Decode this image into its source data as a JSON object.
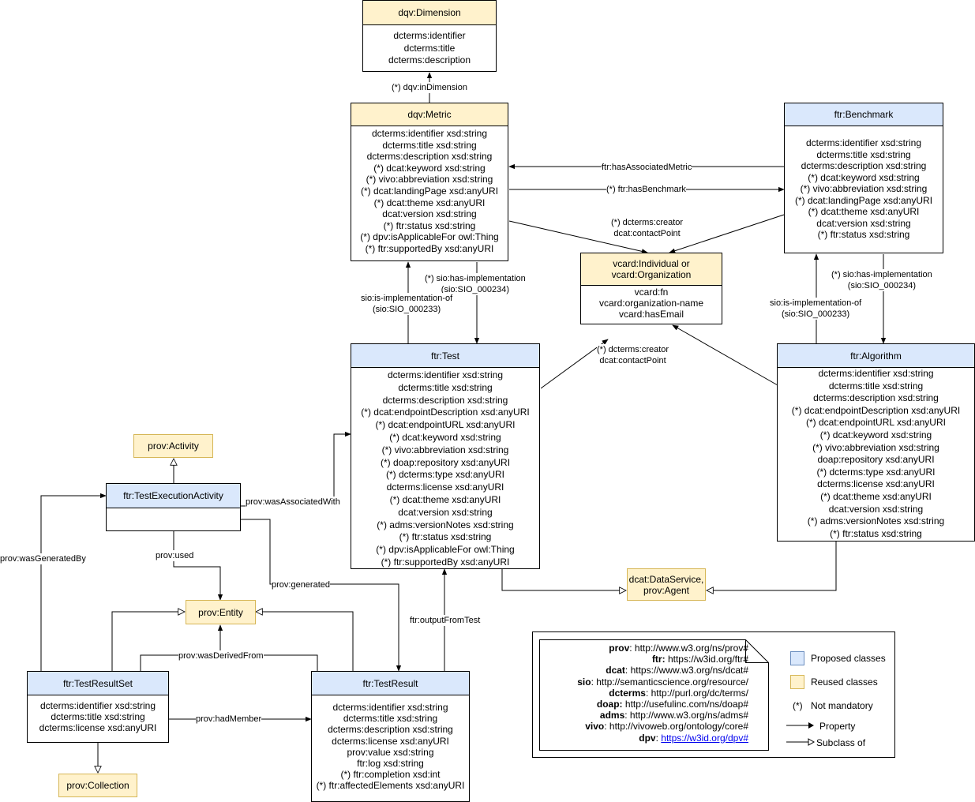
{
  "classes": {
    "dimension": {
      "title": "dqv:Dimension",
      "attrs": [
        "dcterms:identifier",
        "dcterms:title",
        "dcterms:description"
      ]
    },
    "metric": {
      "title": "dqv:Metric",
      "attrs": [
        "dcterms:identifier   xsd:string",
        "dcterms:title   xsd:string",
        "dcterms:description   xsd:string",
        "(*) dcat:keyword   xsd:string",
        "(*) vivo:abbreviation   xsd:string",
        "(*) dcat:landingPage   xsd:anyURI",
        "(*) dcat:theme   xsd:anyURI",
        "dcat:version   xsd:string",
        "(*) ftr:status   xsd:string",
        "(*) dpv:isApplicableFor owl:Thing",
        "(*) ftr:supportedBy xsd:anyURI"
      ]
    },
    "benchmark": {
      "title": "ftr:Benchmark",
      "attrs": [
        "dcterms:identifier   xsd:string",
        "dcterms:title   xsd:string",
        "dcterms:description   xsd:string",
        "(*) dcat:keyword   xsd:string",
        "(*) vivo:abbreviation   xsd:string",
        "(*) dcat:landingPage   xsd:anyURI",
        "(*) dcat:theme   xsd:anyURI",
        "dcat:version   xsd:string",
        "(*) ftr:status   xsd:string"
      ]
    },
    "vcard": {
      "title_line1": "vcard:Individual or",
      "title_line2": "vcard:Organization",
      "attrs": [
        "vcard:fn",
        "vcard:organization-name",
        "vcard:hasEmail"
      ]
    },
    "test": {
      "title": "ftr:Test",
      "attrs": [
        "dcterms:identifier   xsd:string",
        "dcterms:title   xsd:string",
        "dcterms:description   xsd:string",
        "(*) dcat:endpointDescription  xsd:anyURI",
        "(*) dcat:endpointURL   xsd:anyURI",
        "(*) dcat:keyword   xsd:string",
        "(*) vivo:abbreviation   xsd:string",
        "(*) doap:repository   xsd:anyURI",
        "(*) dcterms:type   xsd:anyURI",
        "dcterms:license   xsd:anyURI",
        "(*) dcat:theme   xsd:anyURI",
        "dcat:version   xsd:string",
        "(*) adms:versionNotes   xsd:string",
        "(*) ftr:status   xsd:string",
        "(*) dpv:isApplicableFor   owl:Thing",
        "(*) ftr:supportedBy xsd:anyURI"
      ]
    },
    "algorithm": {
      "title": "ftr:Algorithm",
      "attrs": [
        "dcterms:identifier   xsd:string",
        "dcterms:title   xsd:string",
        "dcterms:description   xsd:string",
        "(*) dcat:endpointDescription  xsd:anyURI",
        "(*) dcat:endpointURL   xsd:anyURI",
        "(*) dcat:keyword   xsd:string",
        "(*) vivo:abbreviation   xsd:string",
        "doap:repository   xsd:anyURI",
        "(*) dcterms:type   xsd:anyURI",
        "dcterms:license   xsd:anyURI",
        "(*) dcat:theme   xsd:anyURI",
        "dcat:version   xsd:string",
        "(*) adms:versionNotes   xsd:string",
        "(*) ftr:status   xsd:string"
      ]
    },
    "activity": {
      "title": "prov:Activity"
    },
    "testExecution": {
      "title": "ftr:TestExecutionActivity"
    },
    "entity": {
      "title": "prov:Entity"
    },
    "dataService": {
      "title_line1": "dcat:DataService,",
      "title_line2": "prov:Agent"
    },
    "testResultSet": {
      "title": "ftr:TestResultSet",
      "attrs": [
        "dcterms:identifier   xsd:string",
        "dcterms:title   xsd:string",
        "dcterms:license   xsd:anyURI"
      ]
    },
    "testResult": {
      "title": "ftr:TestResult",
      "attrs": [
        "dcterms:identifier   xsd:string",
        "dcterms:title   xsd:string",
        "dcterms:description   xsd:string",
        "dcterms:license   xsd:anyURI",
        "prov:value   xsd:string",
        "ftr:log   xsd:string",
        "(*) ftr:completion   xsd:int",
        "(*) ftr:affectedElements   xsd:anyURI"
      ]
    },
    "collection": {
      "title": "prov:Collection"
    }
  },
  "edge_labels": {
    "inDimension": "(*) dqv:inDimension",
    "hasAssociatedMetric": "ftr:hasAssociatedMetric",
    "hasBenchmark": "(*) ftr:hasBenchmark",
    "creatorTop_1": "(*) dcterms:creator",
    "creatorTop_2": "dcat:contactPoint",
    "creatorMid_1": "(*) dcterms:creator",
    "creatorMid_2": "dcat:contactPoint",
    "hasImplLeft_1": "(*) sio:has-implementation",
    "hasImplLeft_2": "(sio:SIO_000234)",
    "isImplLeft_1": "sio:is-implementation-of",
    "isImplLeft_2": "(sio:SIO_000233)",
    "hasImplRight_1": "(*) sio:has-implementation",
    "hasImplRight_2": "(sio:SIO_000234)",
    "isImplRight_1": "sio:is-implementation-of",
    "isImplRight_2": "(sio:SIO_000233)",
    "wasAssociatedWith": "prov:wasAssociatedWith",
    "wasGeneratedBy": "prov:wasGeneratedBy",
    "used": "prov:used",
    "generated": "prov:generated",
    "outputFromTest": "ftr:outputFromTest",
    "wasDerivedFrom": "prov:wasDerivedFrom",
    "hadMember": "prov:hadMember"
  },
  "namespaces": [
    {
      "prefix": "prov",
      "uri": "http://www.w3.org/ns/prov#"
    },
    {
      "prefix": "ftr:",
      "uri": "https://w3id.org/ftr#"
    },
    {
      "prefix": "dcat",
      "uri": "https://www.w3.org/ns/dcat#"
    },
    {
      "prefix": "sio",
      "uri": "http://semanticscience.org/resource/"
    },
    {
      "prefix": "dcterms",
      "uri": "http://purl.org/dc/terms/"
    },
    {
      "prefix": "doap:",
      "uri": "http://usefulinc.com/ns/doap#"
    },
    {
      "prefix": "adms",
      "uri": "http://www.w3.org/ns/adms#"
    },
    {
      "prefix": "vivo",
      "uri": "http://vivoweb.org/ontology/core#"
    },
    {
      "prefix": "dpv",
      "uri": "https://w3id.org/dpv#"
    }
  ],
  "legend": {
    "proposed": "Proposed classes",
    "reused": "Reused classes",
    "star": "(*)",
    "not_mandatory": "Not mandatory",
    "property": "Property",
    "subclass": "Subclass of"
  },
  "colors": {
    "proposed_fill": "#dae8fc",
    "proposed_stroke": "#6c8ebf",
    "reused_fill": "#fff2cc",
    "reused_stroke": "#d6b656"
  }
}
